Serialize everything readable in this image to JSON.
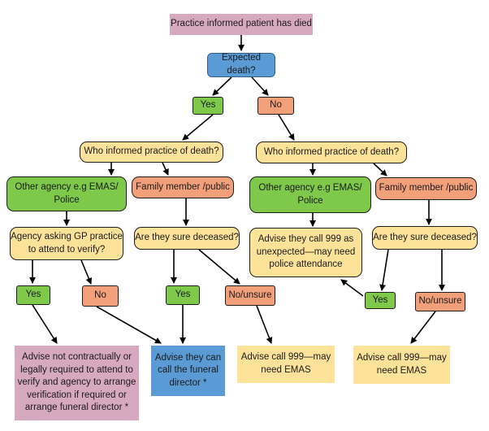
{
  "nodes": {
    "start": "Practice informed patient has died",
    "expected": "Expected death?",
    "yes_top": "Yes",
    "no_top": "No",
    "who_left": "Who informed practice of death?",
    "who_right": "Who informed practice of death?",
    "other_agency_left": "Other agency e.g EMAS/\nPolice",
    "family_left": "Family member /public",
    "other_agency_right": "Other agency e.g EMAS/\nPolice",
    "family_right": "Family member /public",
    "agency_asking": "Agency asking GP practice\nto attend to verify?",
    "sure_left": "Are they sure deceased?",
    "advise_999_police": "Advise they call 999 as\nunexpected—may need\npolice attendance",
    "sure_right": "Are they sure deceased?",
    "yes_agency": "Yes",
    "no_agency": "No",
    "yes_sure_left": "Yes",
    "no_unsure_left": "No/unsure",
    "yes_sure_right": "Yes",
    "no_unsure_right": "No/unsure",
    "advise_not_contract": "Advise not contractually or\nlegally required to attend to\nverify and agency to arrange\nverification if required  or\narrange funeral director *",
    "advise_funeral": "Advise they can\ncall the funeral\ndirector *",
    "advise_999_emas_left": "Advise call 999—may\nneed EMAS",
    "advise_999_emas_right": "Advise call 999—may\nneed EMAS"
  }
}
